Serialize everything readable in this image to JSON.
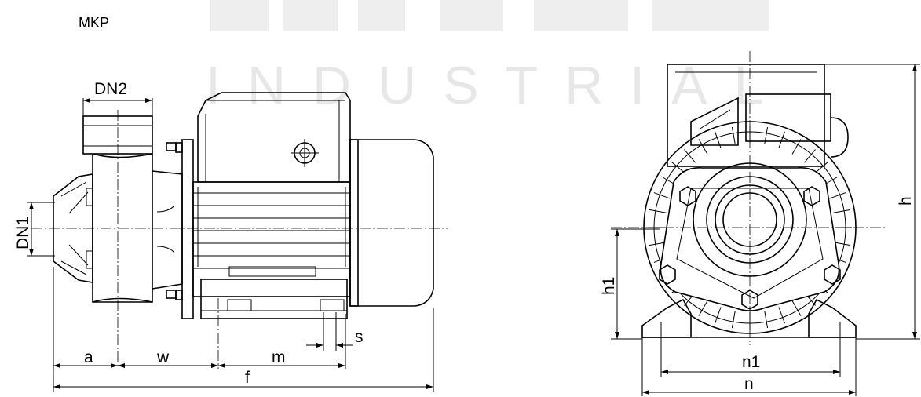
{
  "title": "MKP",
  "watermark": "INDUSTRIAL",
  "side_view": {
    "labels": {
      "dn2": "DN2",
      "dn1": "DN1",
      "a": "a",
      "w": "w",
      "m": "m",
      "s": "s",
      "f": "f"
    }
  },
  "front_view": {
    "labels": {
      "h": "h",
      "h1": "h1",
      "n1": "n1",
      "n": "n"
    }
  }
}
